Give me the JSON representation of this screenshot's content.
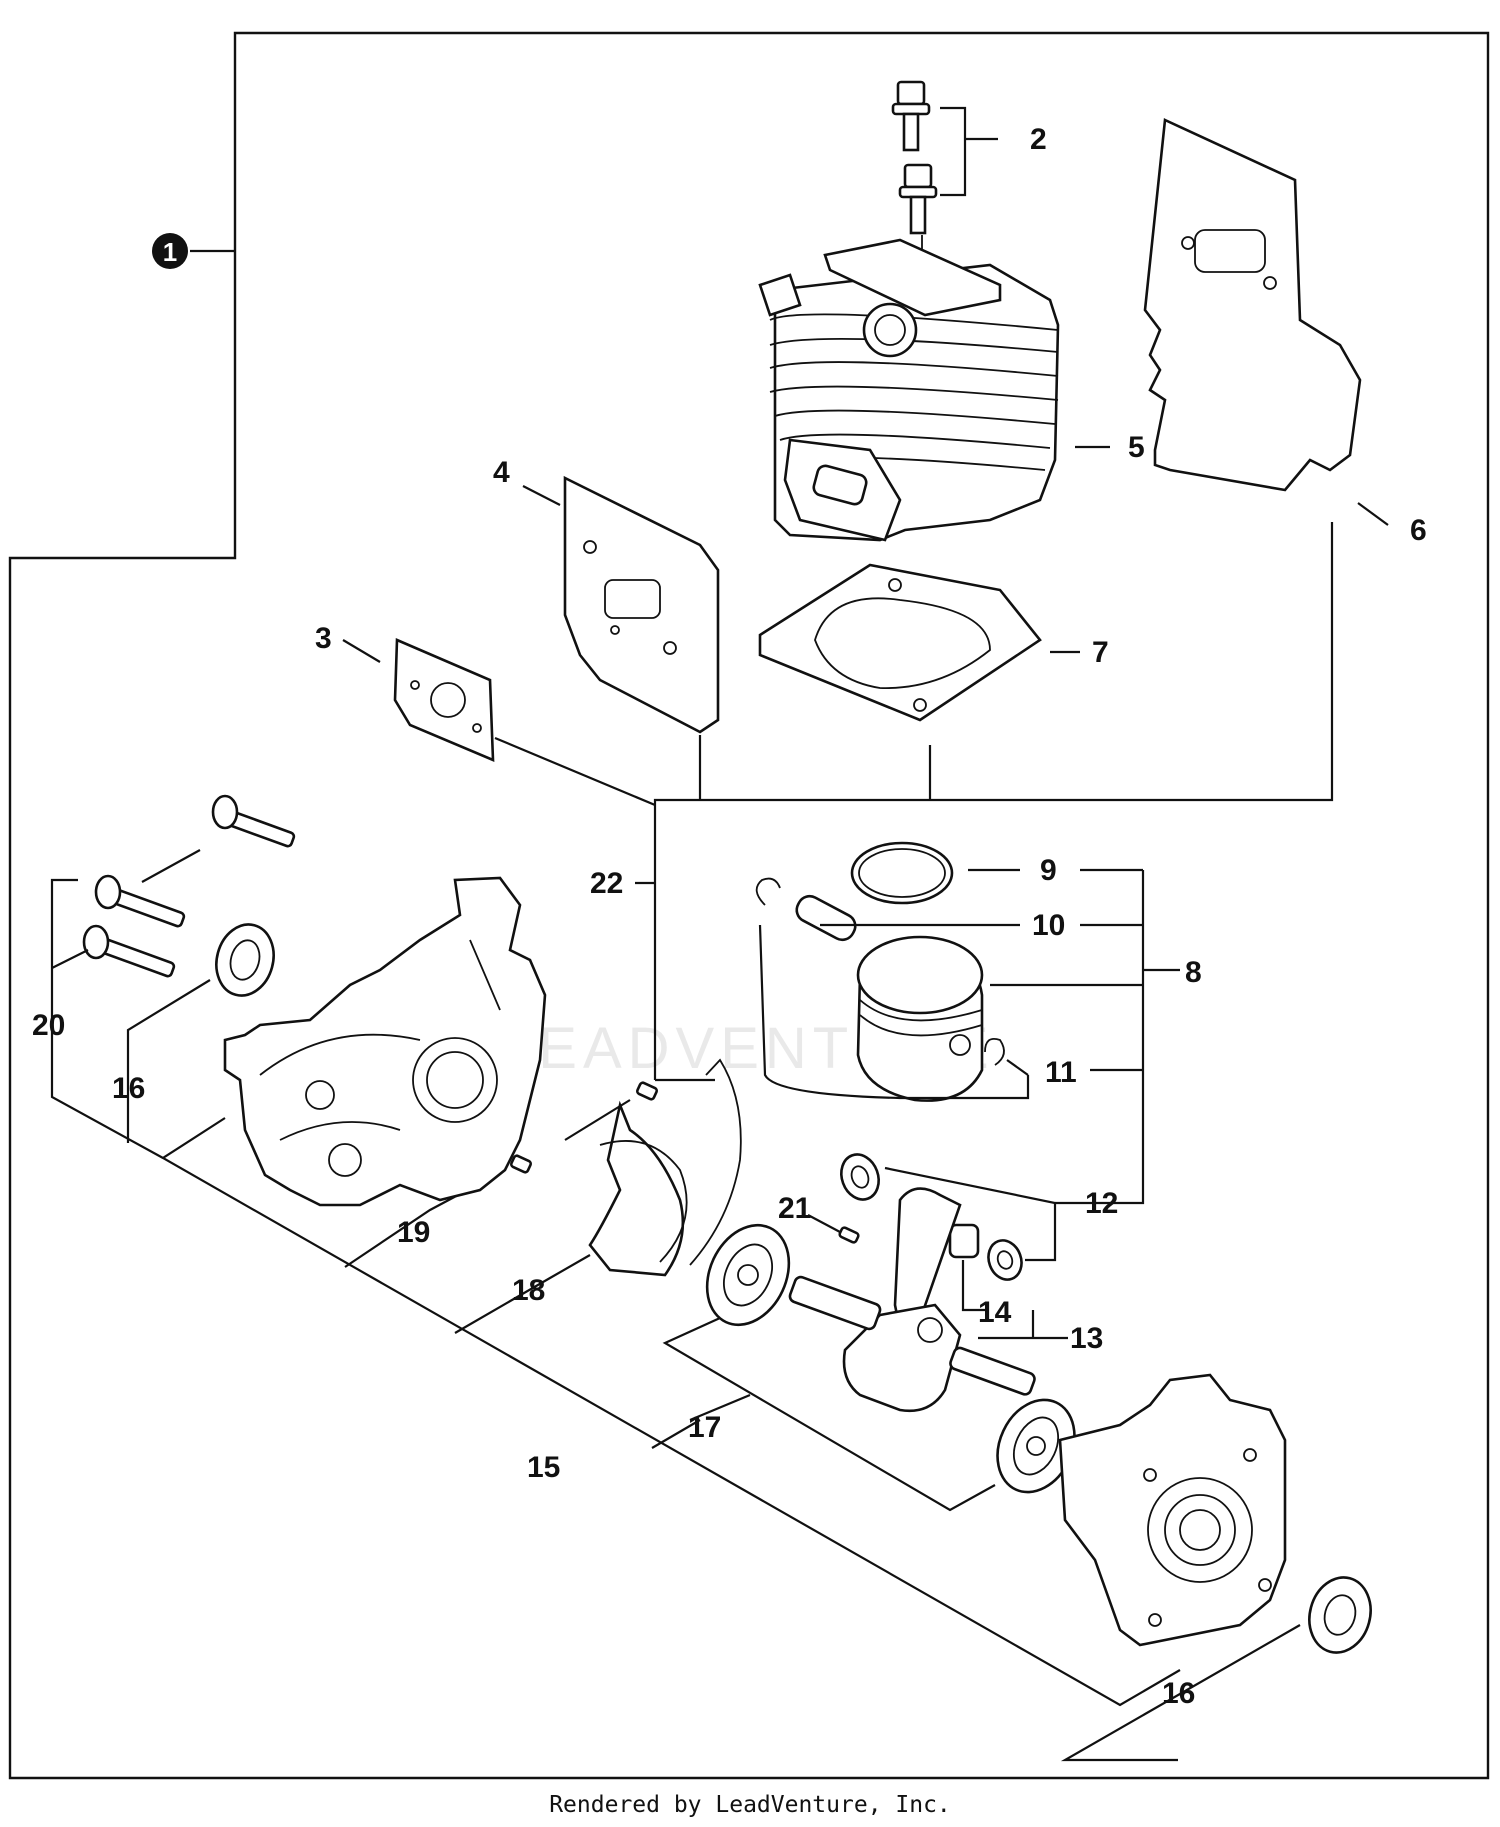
{
  "diagram": {
    "assembly_number": "1",
    "callouts": [
      "2",
      "3",
      "4",
      "5",
      "6",
      "7",
      "8",
      "9",
      "10",
      "11",
      "12",
      "13",
      "14",
      "15",
      "16",
      "16",
      "17",
      "18",
      "19",
      "20",
      "21",
      "22"
    ]
  },
  "watermark": "LEADVENTURE",
  "footer": "Rendered by LeadVenture, Inc."
}
